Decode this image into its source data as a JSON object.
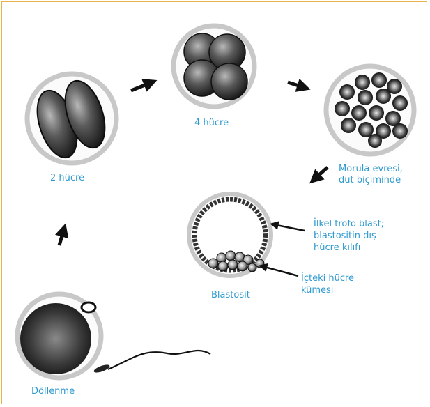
{
  "colors": {
    "frame": "#e8b34a",
    "label": "#2f9ad0",
    "ink": "#111111"
  },
  "stages": {
    "fertilization": "Döllenme",
    "two_cell": "2 hücre",
    "four_cell": "4 hücre",
    "morula_line1": "Morula evresi,",
    "morula_line2": "dut biçiminde",
    "blastocyst": "Blastosit"
  },
  "annotations": {
    "trophoblast_line1": "İlkel trofo blast;",
    "trophoblast_line2": "blastositin dış",
    "trophoblast_line3": "hücre kılıfı",
    "inner_cell_line1": "İçteki hücre",
    "inner_cell_line2": "kümesi"
  }
}
